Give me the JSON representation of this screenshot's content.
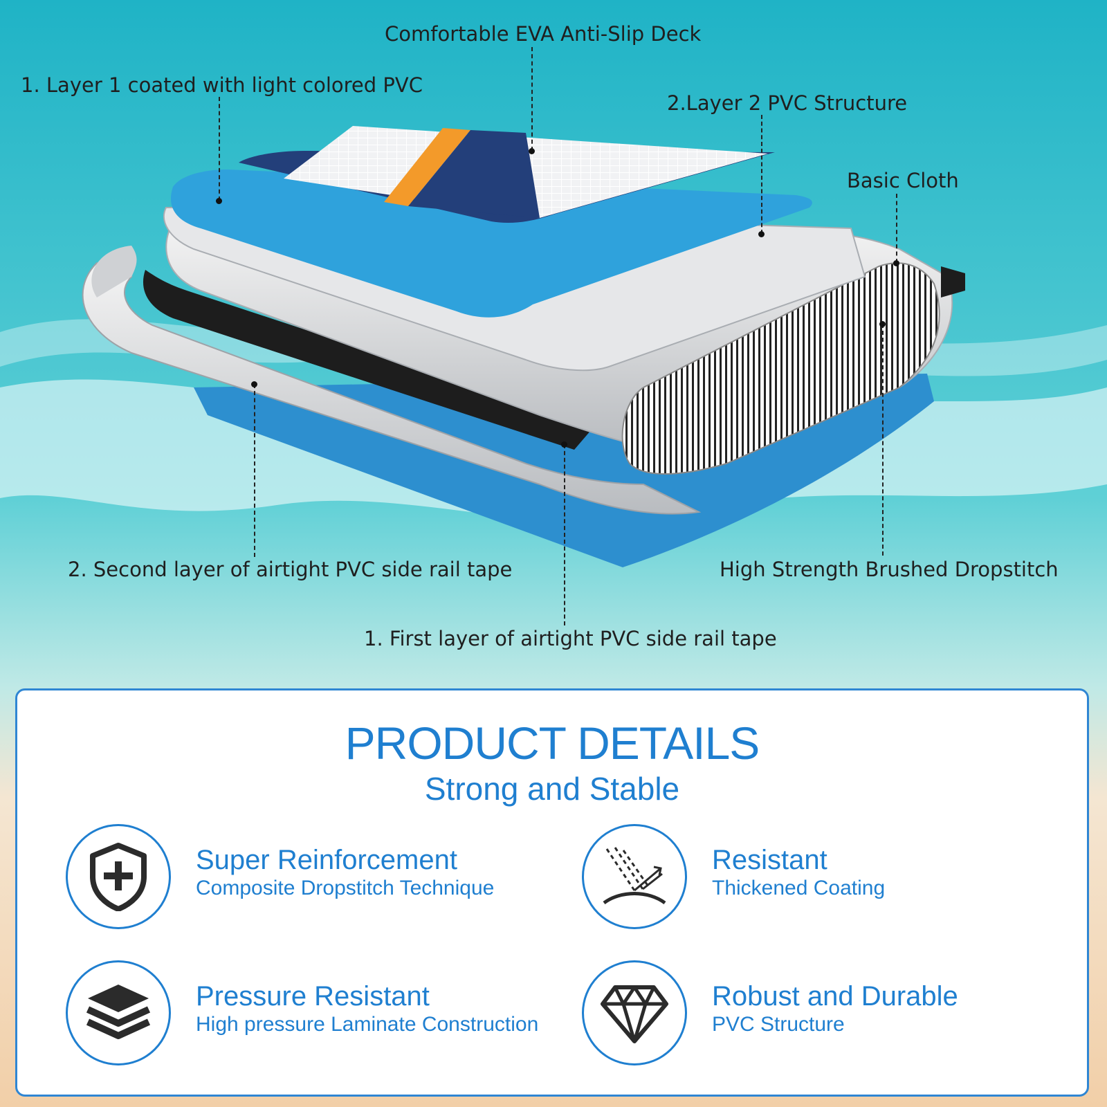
{
  "callouts": {
    "deck": "Comfortable EVA Anti-Slip Deck",
    "layer1": "1. Layer 1 coated with light colored PVC",
    "layer2": "2.Layer 2 PVC Structure",
    "basic_cloth": "Basic Cloth",
    "second_rail": "2. Second layer of airtight PVC side rail tape",
    "dropstitch": "High Strength Brushed Dropstitch",
    "first_rail": "1. First layer of airtight PVC side rail tape"
  },
  "panel": {
    "title": "PRODUCT DETAILS",
    "subtitle": "Strong and Stable",
    "features": [
      {
        "title": "Super Reinforcement",
        "subtitle": "Composite Dropstitch Technique",
        "icon": "shield-plus-icon"
      },
      {
        "title": "Resistant",
        "subtitle": "Thickened Coating",
        "icon": "rain-deflect-icon"
      },
      {
        "title": "Pressure Resistant",
        "subtitle": "High pressure Laminate Construction",
        "icon": "stacked-layers-icon"
      },
      {
        "title": "Robust and Durable",
        "subtitle": "PVC Structure",
        "icon": "diamond-icon"
      }
    ]
  },
  "colors": {
    "accent": "#1f7fd0",
    "sea": "#27b7c4",
    "sand": "#f3d4b0",
    "deck_navy": "#233f7a",
    "deck_orange": "#f39a2a",
    "board_blue": "#2d9ad6",
    "pvc_gray": "#cfd1d4"
  }
}
